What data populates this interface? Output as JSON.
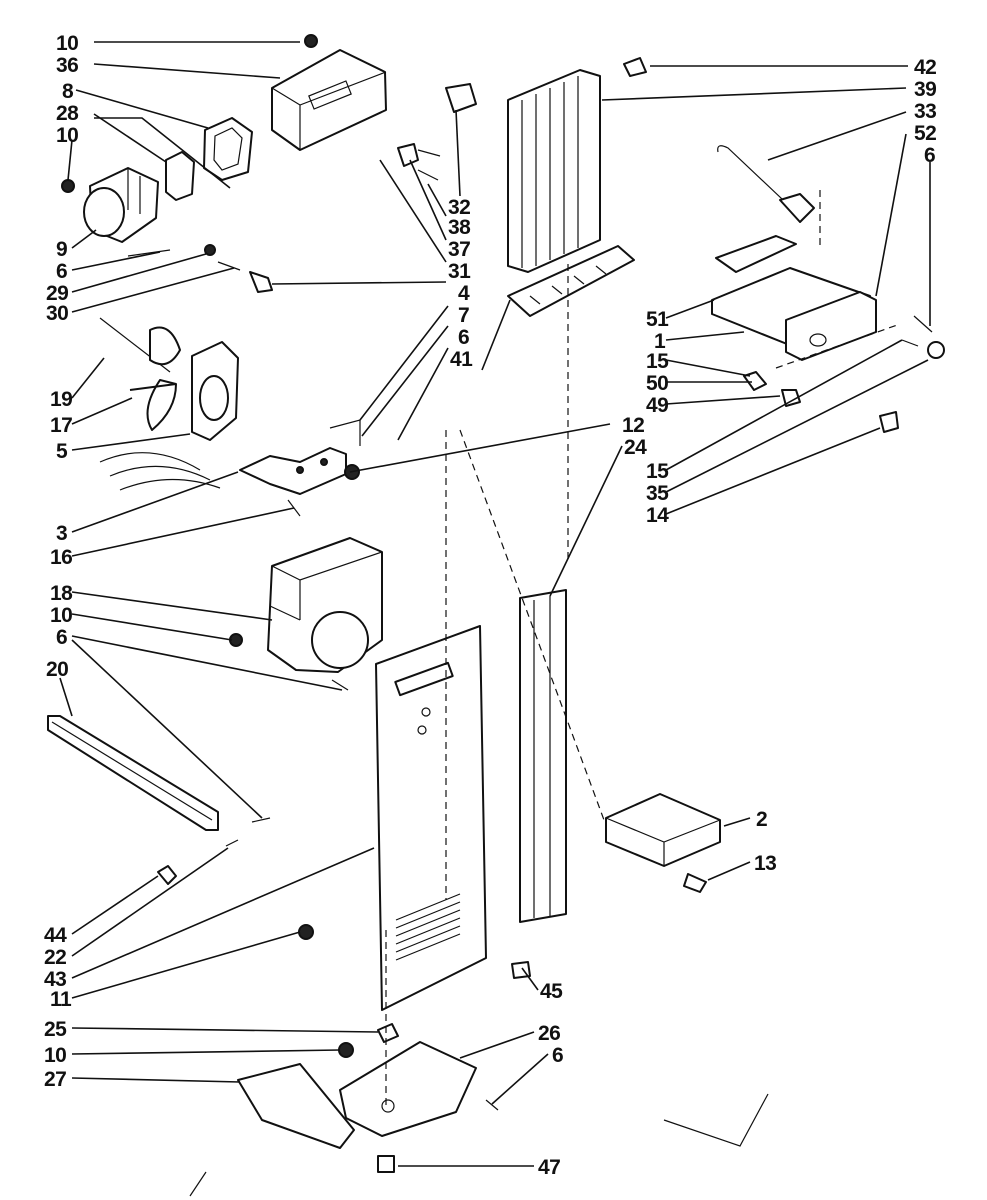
{
  "callouts": [
    {
      "id": "l-10a",
      "text": "10"
    },
    {
      "id": "l-36",
      "text": "36"
    },
    {
      "id": "l-8",
      "text": "8"
    },
    {
      "id": "l-28",
      "text": "28"
    },
    {
      "id": "l-10b",
      "text": "10"
    },
    {
      "id": "l-9",
      "text": "9"
    },
    {
      "id": "l-6a",
      "text": "6"
    },
    {
      "id": "l-29",
      "text": "29"
    },
    {
      "id": "l-30",
      "text": "30"
    },
    {
      "id": "l-19",
      "text": "19"
    },
    {
      "id": "l-17",
      "text": "17"
    },
    {
      "id": "l-5",
      "text": "5"
    },
    {
      "id": "l-3",
      "text": "3"
    },
    {
      "id": "l-16",
      "text": "16"
    },
    {
      "id": "l-18",
      "text": "18"
    },
    {
      "id": "l-10c",
      "text": "10"
    },
    {
      "id": "l-6b",
      "text": "6"
    },
    {
      "id": "l-20",
      "text": "20"
    },
    {
      "id": "l-44",
      "text": "44"
    },
    {
      "id": "l-22",
      "text": "22"
    },
    {
      "id": "l-43",
      "text": "43"
    },
    {
      "id": "l-11",
      "text": "11"
    },
    {
      "id": "l-25",
      "text": "25"
    },
    {
      "id": "l-10d",
      "text": "10"
    },
    {
      "id": "l-27",
      "text": "27"
    },
    {
      "id": "l-32",
      "text": "32"
    },
    {
      "id": "l-38",
      "text": "38"
    },
    {
      "id": "l-37",
      "text": "37"
    },
    {
      "id": "l-31",
      "text": "31"
    },
    {
      "id": "l-4",
      "text": "4"
    },
    {
      "id": "l-7",
      "text": "7"
    },
    {
      "id": "l-6c",
      "text": "6"
    },
    {
      "id": "l-41",
      "text": "41"
    },
    {
      "id": "l-42",
      "text": "42"
    },
    {
      "id": "l-39",
      "text": "39"
    },
    {
      "id": "l-33",
      "text": "33"
    },
    {
      "id": "l-52",
      "text": "52"
    },
    {
      "id": "l-6d",
      "text": "6"
    },
    {
      "id": "l-51",
      "text": "51"
    },
    {
      "id": "l-1",
      "text": "1"
    },
    {
      "id": "l-15a",
      "text": "15"
    },
    {
      "id": "l-50",
      "text": "50"
    },
    {
      "id": "l-49",
      "text": "49"
    },
    {
      "id": "l-12",
      "text": "12"
    },
    {
      "id": "l-24",
      "text": "24"
    },
    {
      "id": "l-15b",
      "text": "15"
    },
    {
      "id": "l-35",
      "text": "35"
    },
    {
      "id": "l-14",
      "text": "14"
    },
    {
      "id": "l-2",
      "text": "2"
    },
    {
      "id": "l-13",
      "text": "13"
    },
    {
      "id": "l-45",
      "text": "45"
    },
    {
      "id": "l-26",
      "text": "26"
    },
    {
      "id": "l-6e",
      "text": "6"
    },
    {
      "id": "l-47",
      "text": "47"
    }
  ]
}
